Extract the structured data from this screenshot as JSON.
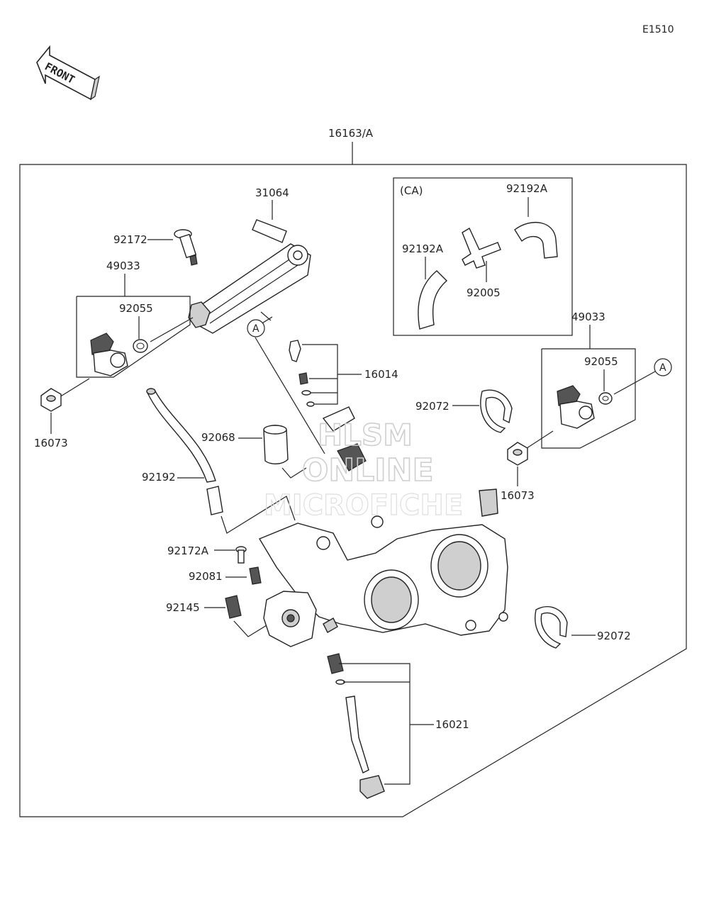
{
  "diagram_code": "E1510",
  "front_label": "FRONT",
  "assembly_label": "16163/A",
  "ca_box_label": "(CA)",
  "ref_marker": "A",
  "watermark": {
    "line1": "HLSM",
    "line2": "ONLINE",
    "line3": "MICROFICHE"
  },
  "parts": {
    "p31064": "31064",
    "p92172": "92172",
    "p49033_left": "49033",
    "p92055_left": "92055",
    "p16073_left": "16073",
    "p16014": "16014",
    "p92068": "92068",
    "p92192": "92192",
    "p92172A": "92172A",
    "p92081": "92081",
    "p92145": "92145",
    "p16021": "16021",
    "p92072_top": "92072",
    "p92072_bottom": "92072",
    "p49033_right": "49033",
    "p92055_right": "92055",
    "p16073_right": "16073",
    "p92192A_right": "92192A",
    "p92192A_left": "92192A",
    "p92005": "92005"
  }
}
